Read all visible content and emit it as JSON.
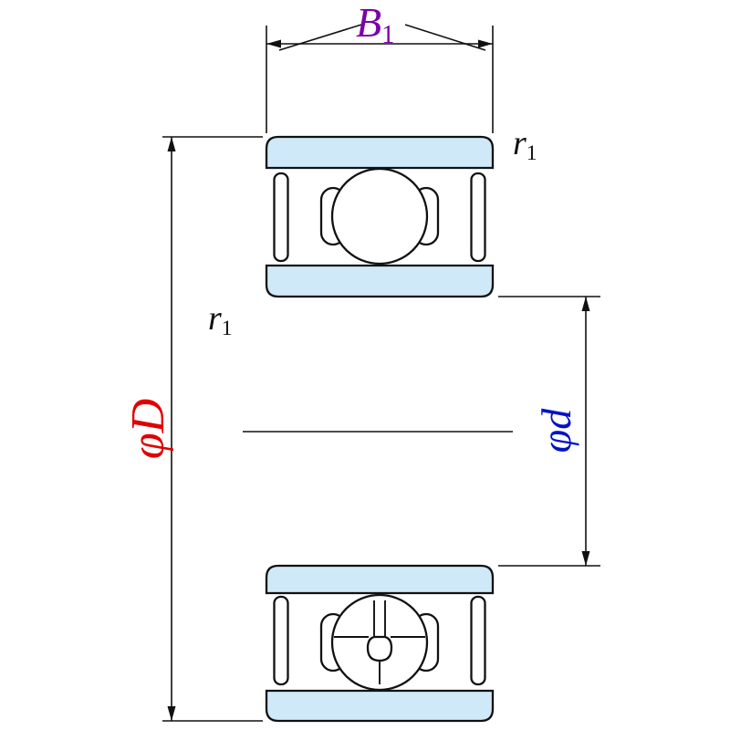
{
  "diagram": {
    "labels": {
      "b1": {
        "main": "B",
        "sub": "1"
      },
      "r1_top": {
        "main": "r",
        "sub": "1"
      },
      "r1_left": {
        "main": "r",
        "sub": "1"
      },
      "phi_outer": {
        "text": "φD"
      },
      "phi_inner": {
        "text": "φd"
      }
    },
    "colors": {
      "b1": "#7d00a8",
      "r1": "#111111",
      "phiD": "#e00000",
      "phid": "#0013c4",
      "ring-fill": "#cfe9f8",
      "line": "#111111"
    }
  }
}
